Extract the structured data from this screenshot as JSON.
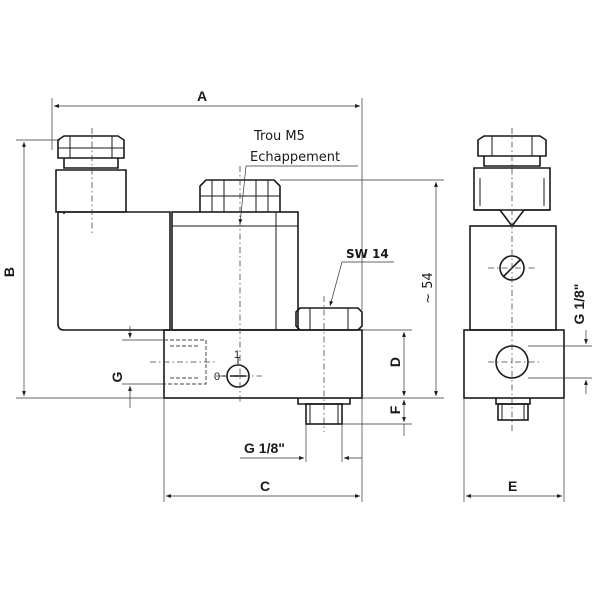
{
  "dimensions": {
    "a": "A",
    "b": "B",
    "c": "C",
    "d": "D",
    "e": "E",
    "f": "F",
    "g": "G",
    "height_approx": "~ 54",
    "thread_bottom": "G 1/8\"",
    "thread_side": "G 1/8\""
  },
  "annotations": {
    "hole": "Trou M5",
    "exhaust": "Echappement",
    "wrench": "SW 14"
  },
  "switch_positions": {
    "on": "1",
    "off": "0"
  }
}
